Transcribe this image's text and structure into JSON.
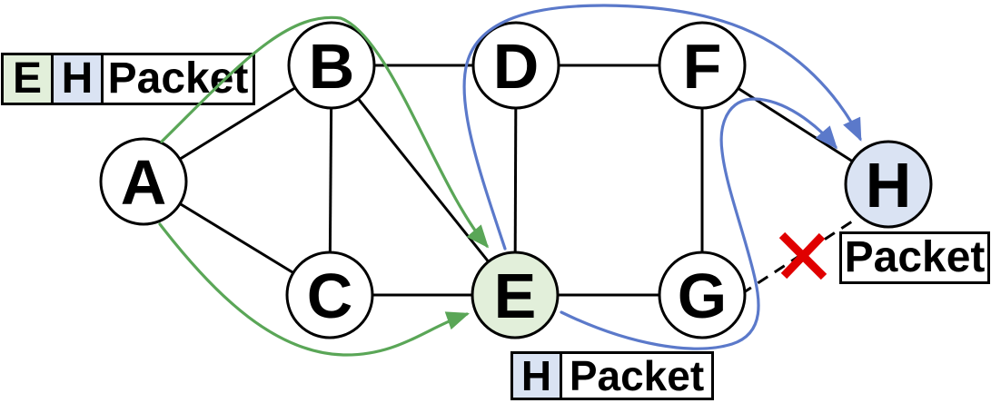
{
  "colors": {
    "edge": "#000000",
    "green_route": "#5aa657",
    "blue_route": "#5b79ca",
    "red_x": "#e00000",
    "node_default_fill": "#ffffff",
    "node_e_fill": "#e2efda",
    "node_h_fill": "#dae3f3",
    "cell_green_bg": "#e2efda",
    "cell_blue_bg": "#dae3f3",
    "cell_white_bg": "#ffffff"
  },
  "nodes": [
    {
      "id": "A",
      "label": "A"
    },
    {
      "id": "B",
      "label": "B"
    },
    {
      "id": "C",
      "label": "C"
    },
    {
      "id": "D",
      "label": "D"
    },
    {
      "id": "E",
      "label": "E"
    },
    {
      "id": "F",
      "label": "F"
    },
    {
      "id": "G",
      "label": "G"
    },
    {
      "id": "H",
      "label": "H"
    }
  ],
  "edges": [
    {
      "from": "A",
      "to": "B",
      "style": "solid"
    },
    {
      "from": "A",
      "to": "C",
      "style": "solid"
    },
    {
      "from": "B",
      "to": "C",
      "style": "solid"
    },
    {
      "from": "B",
      "to": "D",
      "style": "solid"
    },
    {
      "from": "B",
      "to": "E",
      "style": "solid"
    },
    {
      "from": "C",
      "to": "E",
      "style": "solid"
    },
    {
      "from": "D",
      "to": "E",
      "style": "solid"
    },
    {
      "from": "D",
      "to": "F",
      "style": "solid"
    },
    {
      "from": "E",
      "to": "G",
      "style": "solid"
    },
    {
      "from": "F",
      "to": "G",
      "style": "solid"
    },
    {
      "from": "F",
      "to": "H",
      "style": "solid"
    },
    {
      "from": "G",
      "to": "H",
      "style": "dashed-failed"
    }
  ],
  "arrows": [
    {
      "color_ref": "green_route",
      "from": "A",
      "to": "E",
      "path": "over-B"
    },
    {
      "color_ref": "green_route",
      "from": "A",
      "to": "E",
      "path": "under-C"
    },
    {
      "color_ref": "blue_route",
      "from": "E",
      "to": "H",
      "path": "over-D-F"
    },
    {
      "color_ref": "blue_route",
      "from": "E",
      "to": "H",
      "path": "around-G"
    }
  ],
  "failed_link": {
    "from": "G",
    "to": "H",
    "marker": "red-x"
  },
  "packet_labels": {
    "at_source": {
      "cells": [
        {
          "text": "E",
          "bg": "#e2efda"
        },
        {
          "text": "H",
          "bg": "#dae3f3"
        },
        {
          "text": "Packet",
          "bg": "#ffffff"
        }
      ]
    },
    "at_e": {
      "cells": [
        {
          "text": "H",
          "bg": "#dae3f3"
        },
        {
          "text": "Packet",
          "bg": "#ffffff"
        }
      ]
    },
    "at_h": {
      "cells": [
        {
          "text": "Packet",
          "bg": "#ffffff"
        }
      ]
    }
  }
}
